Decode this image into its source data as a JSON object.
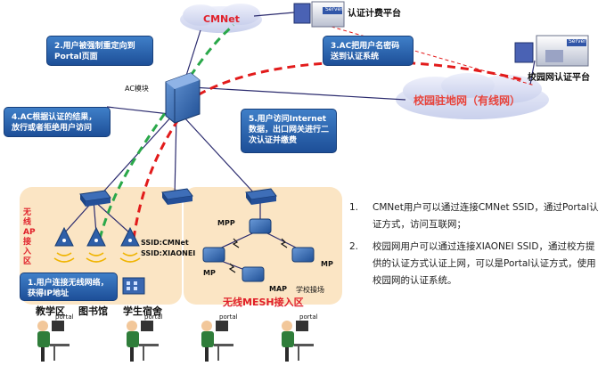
{
  "labels": {
    "cmnet": "CMNet",
    "auth_billing_platform": "认证计费平台",
    "campus_auth_platform": "校园网认证平台",
    "campus_wired_network": "校园驻地网（有线网）",
    "ac_module": "AC模块",
    "wireless_ap_zone": "无线AP接入区",
    "ssid_cmnet": "SSID:CMNet",
    "ssid_xiaonei": "SSID:XIAONEI",
    "mesh_zone": "无线MESH接入区",
    "mpp": "MPP",
    "mp_left": "MP",
    "mp_right": "MP",
    "map": "MAP",
    "playground": "学校操场",
    "teaching_area": "教学区",
    "library": "图书馆",
    "dormitory": "学生宿舍",
    "server_tag": "Server",
    "portal": "portal"
  },
  "callouts": {
    "c1": "1.用户连接无线网络，获得IP地址",
    "c2": "2.用户被强制重定向到Portal页面",
    "c3": "3.AC把用户名密码送到认证系统",
    "c4": "4.AC根据认证的结果，放行或者拒绝用户访问",
    "c5": "5.用户访问Internet数据，出口网关进行二次认证并缴费"
  },
  "notes": [
    {
      "num": "1.",
      "text": "CMNet用户可以通过连接CMNet SSID，通过Portal认证方式，访问互联网；"
    },
    {
      "num": "2.",
      "text": "校园网用户可以通过连接XIAONEI SSID，通过校方提供的认证方式认证上网，可以是Portal认证方式，使用校园网的认证系统。"
    }
  ],
  "colors": {
    "callout_blue": "#2a63ad",
    "zone_fill": "#fbe5c4",
    "green_path": "#2aa84a",
    "red_path": "#e21b1b",
    "cloud_fill": "#d7ddf2"
  }
}
